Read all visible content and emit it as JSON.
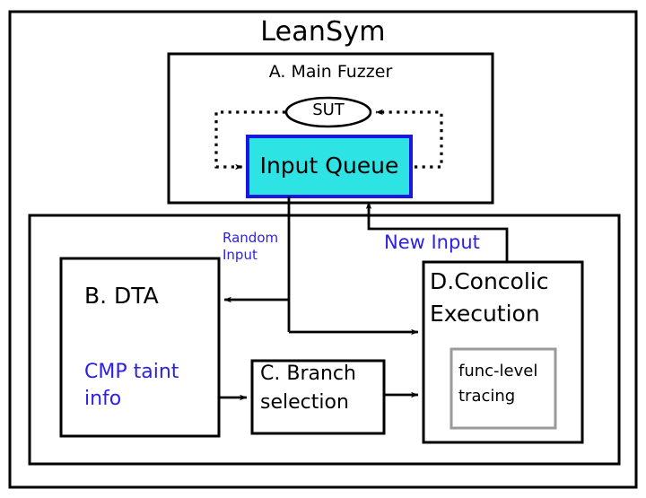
{
  "diagram": {
    "title": "LeanSym",
    "outer_frame": {
      "label": "leansym-outer-frame"
    },
    "main_fuzzer": {
      "title": "A. Main Fuzzer",
      "sut": "SUT",
      "input_queue": "Input Queue",
      "input_queue_fill": "#2ee3e3",
      "input_queue_border": "#1a18e0"
    },
    "analysis_frame": {
      "label": "analysis-frame"
    },
    "dta": {
      "title": "B. DTA",
      "note": "CMP taint\ninfo",
      "note_line1": "CMP taint",
      "note_line2": "info",
      "note_color": "#2b1fe8"
    },
    "branch_selection": {
      "line1": "C. Branch",
      "line2": "selection"
    },
    "concolic": {
      "line1": "D.Concolic",
      "line2": "Execution",
      "inner": {
        "line1": "func-level",
        "line2": "tracing",
        "border_color": "#9a9a9a"
      }
    },
    "edge_labels": {
      "random_input_line1": "Random",
      "random_input_line2": "Input",
      "new_input": "New Input",
      "label_color": "#2b1fe8"
    },
    "colors": {
      "stroke": "#000000",
      "background": "#ffffff",
      "accent_cyan": "#2ee3e3",
      "accent_blue": "#1a18e0",
      "text_blue": "#2b1fe8",
      "gray_border": "#9a9a9a"
    }
  }
}
